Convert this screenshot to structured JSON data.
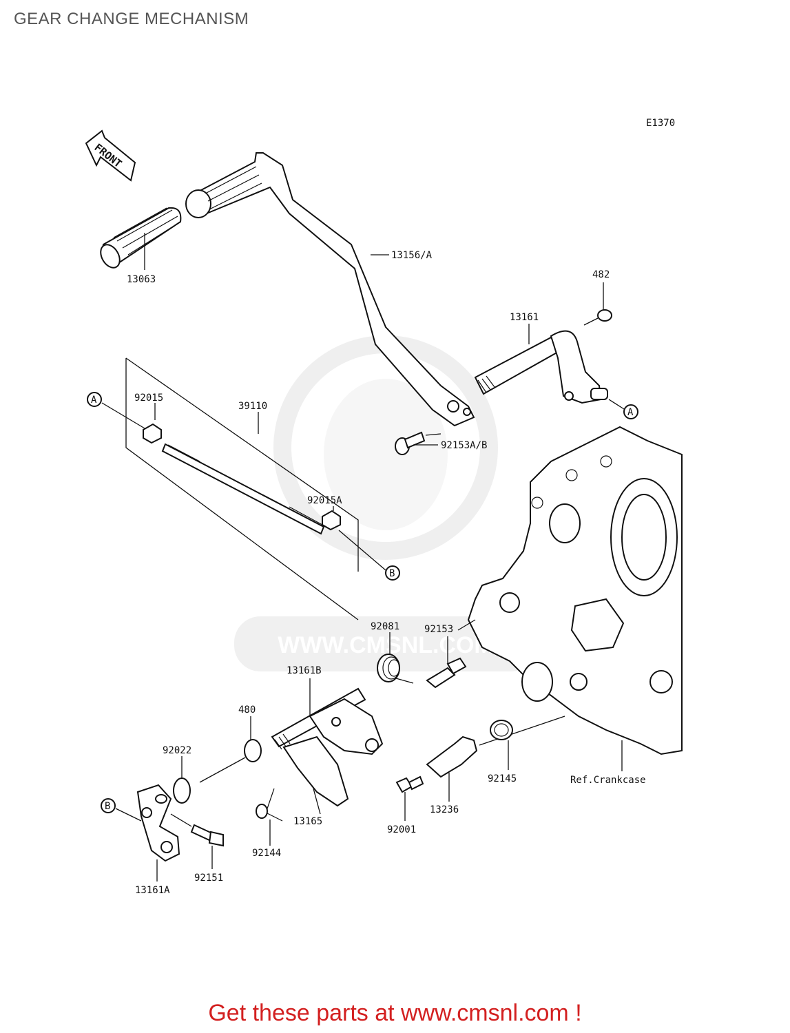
{
  "title": "GEAR CHANGE MECHANISM",
  "diagram_code": "E1370",
  "front_label": "FRONT",
  "watermark": "WWW.CMSNL.COM",
  "footer": "Get these parts at www.cmsnl.com !",
  "parts": {
    "p13063": "13063",
    "p13156A": "13156/A",
    "p482": "482",
    "p13161": "13161",
    "p92153AB": "92153A/B",
    "p92015": "92015",
    "p39110": "39110",
    "p92015A": "92015A",
    "p92081": "92081",
    "p92153": "92153",
    "p13161B": "13161B",
    "p480": "480",
    "p92022": "92022",
    "p92144": "92144",
    "p13165": "13165",
    "p92001": "92001",
    "p13236": "13236",
    "p92145": "92145",
    "pCrankcase": "Ref.Crankcase",
    "p92151": "92151",
    "p13161A": "13161A"
  },
  "markers": {
    "A": "A",
    "B": "B"
  },
  "colors": {
    "footer": "#d32020",
    "title": "#555555",
    "linework": "#111111",
    "watermark": "#dddddd"
  }
}
